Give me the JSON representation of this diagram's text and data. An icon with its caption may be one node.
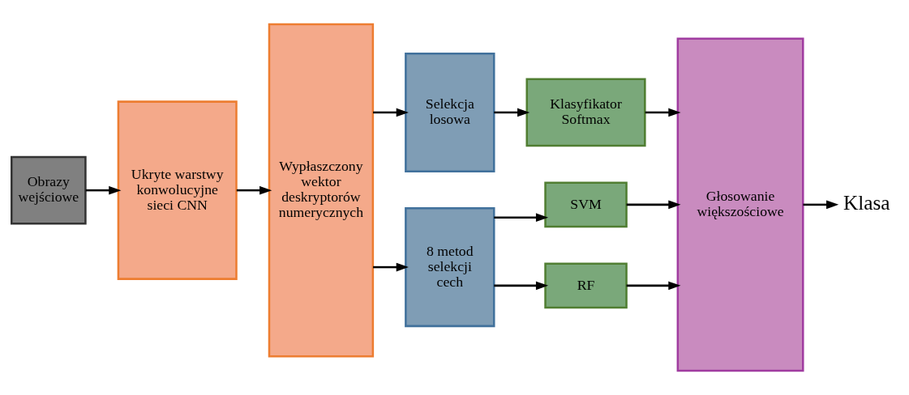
{
  "diagram": {
    "nodes": [
      {
        "text": [
          "Obrazy wejściowe"
        ]
      },
      {
        "text": [
          "Ukryte warstwy konwolucyjne sieci CNN"
        ]
      },
      {
        "text": [
          "Wypłaszczony wektor deskryptorów numerycznych"
        ]
      },
      {
        "text": [
          "Selekcja losowa"
        ]
      },
      {
        "text": [
          "8 metod selekcji cech"
        ]
      },
      {
        "text": [
          "Klasyfikator Softmax"
        ]
      },
      {
        "text": [
          "SVM"
        ]
      },
      {
        "text": [
          "RF"
        ]
      },
      {
        "text": [
          "Głosowanie większościowe"
        ]
      },
      {
        "text": [
          "Klasa"
        ]
      }
    ],
    "edges": [
      {
        "from": 0,
        "to": 1,
        "arrow": "to"
      },
      {
        "from": 1,
        "to": 2,
        "arrow": "to"
      },
      {
        "from": 2,
        "to": 3,
        "arrow": "to"
      },
      {
        "from": 2,
        "to": 4,
        "arrow": "to"
      },
      {
        "from": 3,
        "to": 5,
        "arrow": "to"
      },
      {
        "from": 4,
        "to": 6,
        "arrow": "to"
      },
      {
        "from": 4,
        "to": 7,
        "arrow": "to"
      },
      {
        "from": 5,
        "to": 8,
        "arrow": "to"
      },
      {
        "from": 6,
        "to": 8,
        "arrow": "to"
      },
      {
        "from": 7,
        "to": 8,
        "arrow": "to"
      },
      {
        "from": 8,
        "to": 9,
        "arrow": "to"
      }
    ]
  }
}
